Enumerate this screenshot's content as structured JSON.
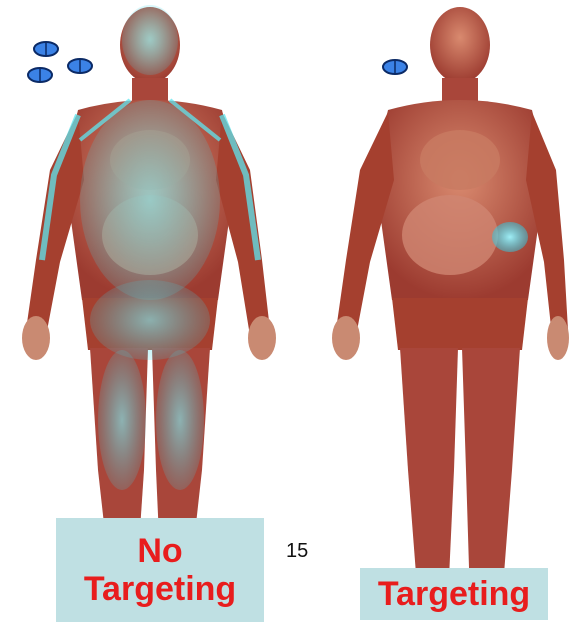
{
  "labels": {
    "no_targeting_line1": "No",
    "no_targeting_line2": "Targeting",
    "targeting": "Targeting"
  },
  "page_number": "15",
  "icons": [
    "pill-icon",
    "pill-icon",
    "pill-icon",
    "pill-icon"
  ],
  "colors": {
    "label_background": "#bfe0e3",
    "label_text": "#e81d1d",
    "muscle": "#b0453a",
    "drug_glow": "#3fd6e6",
    "pill": "#3b82e6"
  }
}
